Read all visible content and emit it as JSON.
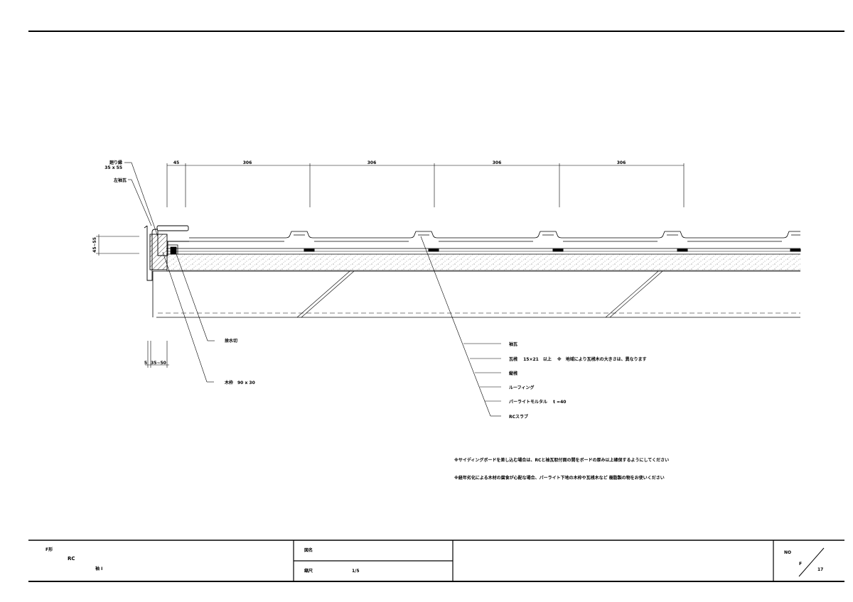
{
  "dimensions": {
    "top": [
      "45",
      "306",
      "306",
      "306",
      "306"
    ],
    "height": "45~55",
    "bottom_a": "5",
    "bottom_b": "35~50"
  },
  "left_labels": {
    "mawarien": "廻り縁",
    "mawarien_size": "35 x 55",
    "hidari_sodegawara": "左袖瓦",
    "haisuikiri": "捨水切",
    "mokuwaku": "木枠　90 x 30"
  },
  "leaders": [
    "袖瓦",
    "瓦桟　 15×21　以上　 ※　地域により瓦桟木の大きさは、異なります",
    "縦桟",
    "ルーフィング",
    "パーライトモルタル　 t =40",
    "RCスラブ"
  ],
  "notes": [
    "※サイディングボードを差し込む場合は、RCと袖瓦取付面の間をボードの厚み以上確保するようにしてください",
    "※経年劣化による木材の腐食が心配な場合、パーライト下地の木枠や瓦桟木など 樹脂製の物をお使いください"
  ],
  "title_block": {
    "type_label": "F形",
    "material": "RC",
    "part": "袖 I",
    "drawing_name_label": "図名",
    "scale_label": "縮尺",
    "scale_value": "1/5",
    "no_label": "NO",
    "sheet": "F",
    "sheet_no": "17"
  }
}
